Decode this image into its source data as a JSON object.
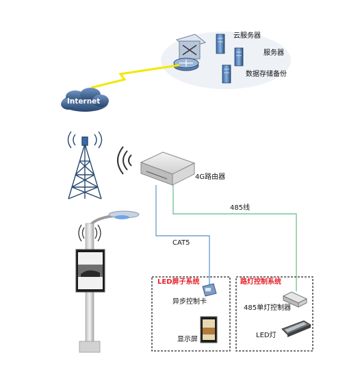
{
  "labels": {
    "cloud_server": "云服务器",
    "server": "服务器",
    "data_backup": "数据存储备份",
    "internet": "Internet",
    "router": "4G路由器",
    "rs485": "485线",
    "cat5": "CAT5",
    "led_system": "LED屏子系统",
    "async_card": "异步控制卡",
    "display": "显示屏",
    "lamp_system": "路灯控制系统",
    "single_lamp_ctrl": "485单灯控制器",
    "led_lamp": "LED灯"
  },
  "colors": {
    "cat5_line": "#6aa4d6",
    "rs485_line": "#78c49a",
    "lightning": "#f2e800",
    "system_title": "#e8202a",
    "internet_cloud": "#3a5f8c"
  },
  "icons": [
    "server-icon",
    "router-icon",
    "cell-tower-icon",
    "wifi-signal-icon",
    "street-lamp-icon",
    "led-panel-icon",
    "controller-card-icon",
    "lamp-controller-icon",
    "led-lamp-icon"
  ]
}
